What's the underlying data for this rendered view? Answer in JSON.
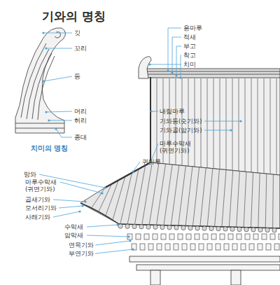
{
  "diagram": {
    "title": "기와의 명칭",
    "caption": "치미의 명칭",
    "labels": [
      "깃",
      "꼬리",
      "등",
      "머리",
      "허리",
      "종대",
      "용마루",
      "적새",
      "부고",
      "착고",
      "치미",
      "내림마루",
      "기와등(숫기와)",
      "기와골(암기와)",
      "마루수막새 (귀면기와)",
      "귀마루",
      "망와",
      "마루수막새 (귀면기와)",
      "곱새기와",
      "모서리기와",
      "사래기와",
      "수막새",
      "암막새",
      "연목기와",
      "부연기와"
    ]
  }
}
